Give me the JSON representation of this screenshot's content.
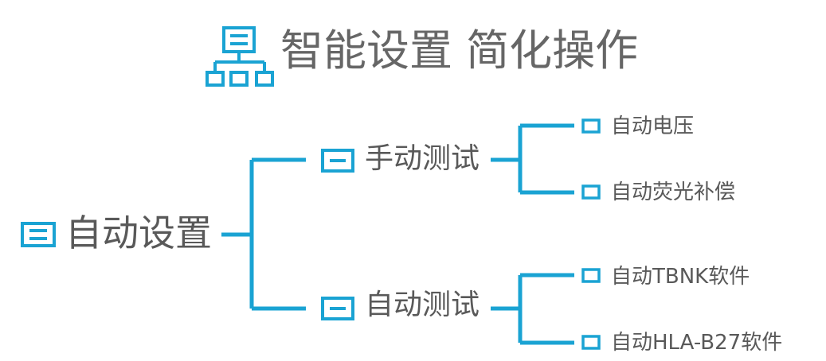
{
  "title": "智能设置 简化操作",
  "colors": {
    "accent": "#1aa3d3",
    "text": "#595959",
    "title_text": "#666666"
  },
  "icons": {
    "title": "hierarchy-icon",
    "node": "list-box-icon"
  },
  "tree": {
    "root": {
      "label": "自动设置"
    },
    "branches": [
      {
        "label": "手动测试",
        "children": [
          {
            "label": "自动电压"
          },
          {
            "label": "自动荧光补偿"
          }
        ]
      },
      {
        "label": "自动测试",
        "children": [
          {
            "label": "自动TBNK软件"
          },
          {
            "label": "自动HLA-B27软件"
          }
        ]
      }
    ]
  }
}
